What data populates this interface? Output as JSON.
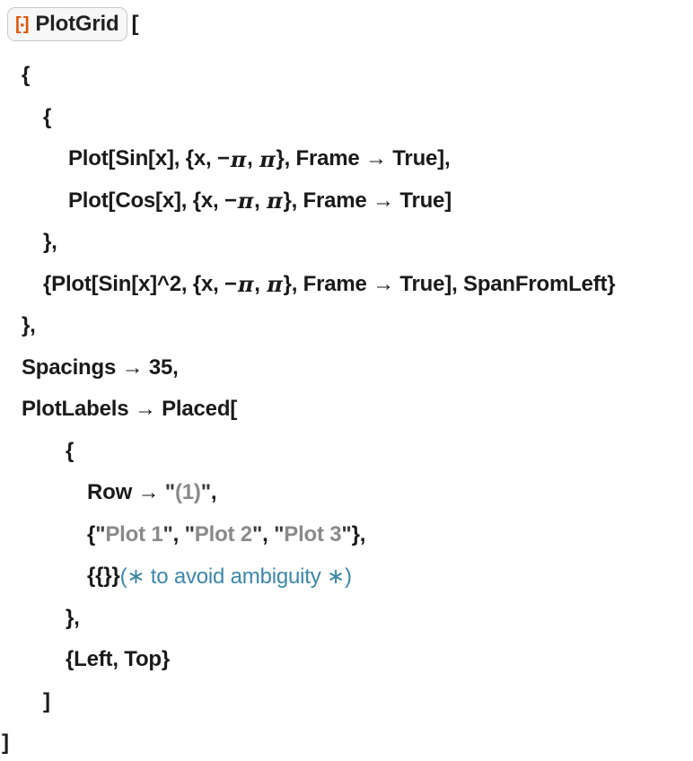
{
  "app": {
    "kind": "wolfram-notebook-input-cell",
    "resource_function": {
      "label": "PlotGrid",
      "icon": "resource-function-icon",
      "icon_glyphs": [
        "[",
        "▪",
        "]"
      ]
    },
    "colors": {
      "code": "#1a1a1a",
      "string": "#8a8a8a",
      "string_quote": "#3a3a3a",
      "comment": "#3e87a8",
      "resource_orange": "#dd550a",
      "badge_background": "#f7f7f7",
      "badge_border": "#c8c8c8"
    }
  },
  "code_lines": [
    {
      "indent": 8,
      "segments": [
        {
          "s": "badge",
          "t": "PlotGrid"
        },
        {
          "s": "code",
          "t": "["
        }
      ]
    },
    {
      "indent": 24,
      "segments": [
        {
          "s": "code",
          "t": "{"
        }
      ]
    },
    {
      "indent": 48,
      "segments": [
        {
          "s": "code",
          "t": "{"
        }
      ]
    },
    {
      "indent": 76,
      "segments": [
        {
          "s": "code",
          "t": "Plot[Sin[x], {x, −"
        },
        {
          "s": "pi",
          "t": "π"
        },
        {
          "s": "code",
          "t": ", "
        },
        {
          "s": "pi",
          "t": "π"
        },
        {
          "s": "code",
          "t": "}, Frame → True],"
        }
      ]
    },
    {
      "indent": 76,
      "segments": [
        {
          "s": "code",
          "t": "Plot[Cos[x], {x, −"
        },
        {
          "s": "pi",
          "t": "π"
        },
        {
          "s": "code",
          "t": ", "
        },
        {
          "s": "pi",
          "t": "π"
        },
        {
          "s": "code",
          "t": "}, Frame → True]"
        }
      ]
    },
    {
      "indent": 48,
      "segments": [
        {
          "s": "code",
          "t": "},"
        }
      ]
    },
    {
      "indent": 48,
      "segments": [
        {
          "s": "code",
          "t": "{Plot[Sin[x]^2, {x, −"
        },
        {
          "s": "pi",
          "t": "π"
        },
        {
          "s": "code",
          "t": ", "
        },
        {
          "s": "pi",
          "t": "π"
        },
        {
          "s": "code",
          "t": "}, Frame → True], SpanFromLeft}"
        }
      ]
    },
    {
      "indent": 24,
      "segments": [
        {
          "s": "code",
          "t": "},"
        }
      ]
    },
    {
      "indent": 24,
      "segments": [
        {
          "s": "code",
          "t": "Spacings → 35,"
        }
      ]
    },
    {
      "indent": 24,
      "segments": [
        {
          "s": "code",
          "t": "PlotLabels → Placed["
        }
      ]
    },
    {
      "indent": 73,
      "segments": [
        {
          "s": "code",
          "t": "{"
        }
      ]
    },
    {
      "indent": 97,
      "segments": [
        {
          "s": "code",
          "t": "Row → "
        },
        {
          "s": "quote",
          "t": "\""
        },
        {
          "s": "string",
          "t": "(1)"
        },
        {
          "s": "quote",
          "t": "\""
        },
        {
          "s": "code",
          "t": ","
        }
      ]
    },
    {
      "indent": 97,
      "segments": [
        {
          "s": "code",
          "t": "{"
        },
        {
          "s": "quote",
          "t": "\""
        },
        {
          "s": "string",
          "t": "Plot 1"
        },
        {
          "s": "quote",
          "t": "\""
        },
        {
          "s": "code",
          "t": ", "
        },
        {
          "s": "quote",
          "t": "\""
        },
        {
          "s": "string",
          "t": "Plot 2"
        },
        {
          "s": "quote",
          "t": "\""
        },
        {
          "s": "code",
          "t": ", "
        },
        {
          "s": "quote",
          "t": "\""
        },
        {
          "s": "string",
          "t": "Plot 3"
        },
        {
          "s": "quote",
          "t": "\""
        },
        {
          "s": "code",
          "t": "},"
        }
      ]
    },
    {
      "indent": 97,
      "segments": [
        {
          "s": "code",
          "t": "{{}}"
        },
        {
          "s": "comment",
          "t": "(∗ to avoid ambiguity ∗)"
        }
      ]
    },
    {
      "indent": 73,
      "segments": [
        {
          "s": "code",
          "t": "},"
        }
      ]
    },
    {
      "indent": 73,
      "segments": [
        {
          "s": "code",
          "t": "{Left, Top}"
        }
      ]
    },
    {
      "indent": 48,
      "segments": [
        {
          "s": "code",
          "t": "]"
        }
      ]
    },
    {
      "indent": 2,
      "segments": [
        {
          "s": "code",
          "t": "]"
        }
      ]
    }
  ]
}
